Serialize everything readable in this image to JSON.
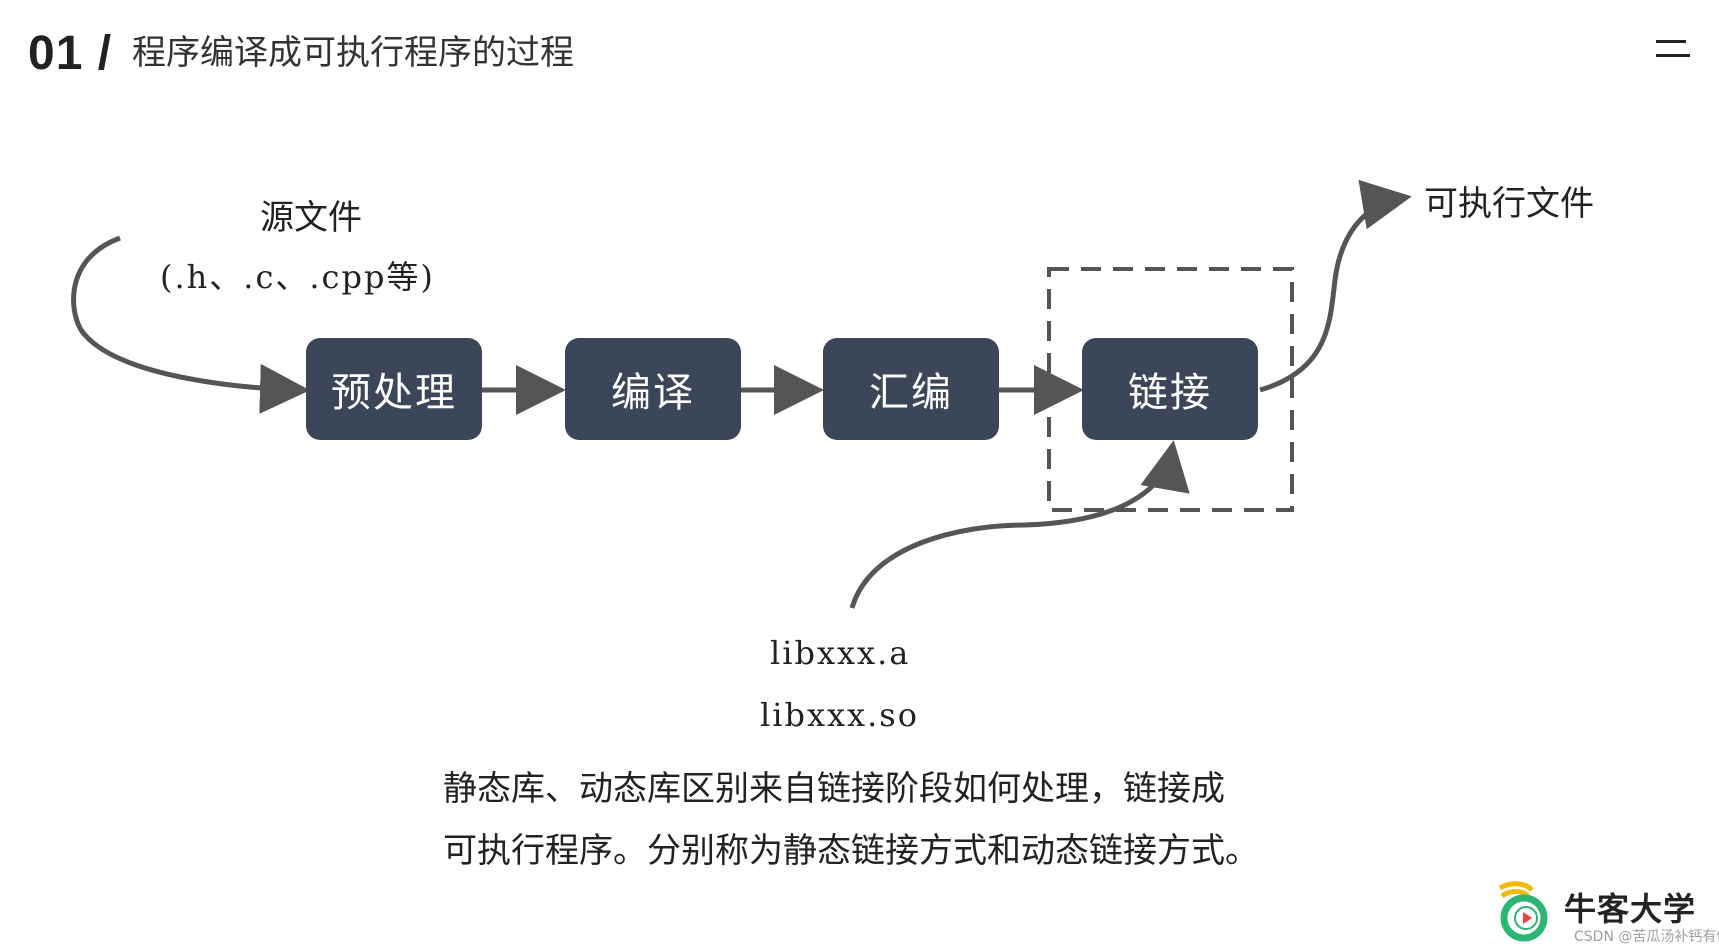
{
  "header": {
    "number": "01 /",
    "title": "程序编译成可执行程序的过程"
  },
  "menu": {
    "icon": "menu-icon"
  },
  "diagram": {
    "source": {
      "title": "源文件",
      "extensions": "(.h、.c、.cpp等)"
    },
    "steps": [
      {
        "label": "预处理"
      },
      {
        "label": "编译"
      },
      {
        "label": "汇编"
      },
      {
        "label": "链接"
      }
    ],
    "output": {
      "title": "可执行文件"
    },
    "libraries": {
      "static": "libxxx.a",
      "dynamic": "libxxx.so"
    },
    "colors": {
      "box": "#3c4659",
      "arrow": "#555555",
      "dash": "#555555"
    }
  },
  "description": {
    "line1": "静态库、动态库区别来自链接阶段如何处理，链接成",
    "line2": "可执行程序。分别称为静态链接方式和动态链接方式。"
  },
  "logo": {
    "text": "牛客大学",
    "watermark": "CSDN @苦瓜汤补钙有你",
    "colors": {
      "accent_green": "#2bb673",
      "accent_yellow": "#f5b800",
      "accent_red": "#e8453c"
    }
  }
}
